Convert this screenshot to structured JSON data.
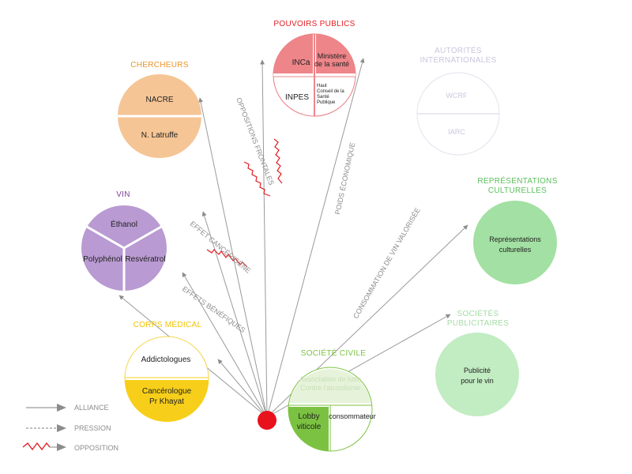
{
  "colors": {
    "pouvoirs": "#e31e24",
    "chercheurs": "#e8962c",
    "vin": "#7b3f98",
    "corps": "#f2c400",
    "societe_civile": "#7cc242",
    "repr": "#5bbf5b",
    "pub": "#a6dba6",
    "autorites": "#c9c6dd"
  },
  "groups": {
    "pouvoirs_publics": {
      "title": "POUVOIRS PUBLICS",
      "inca": "INCa",
      "ministere": [
        "Ministère",
        "de la santé"
      ],
      "inpes": "INPES",
      "haut_conseil": [
        "Haut",
        "Conseil de la",
        "Santé",
        "Publique"
      ]
    },
    "chercheurs": {
      "title": "CHERCHEURS",
      "nacre": "NACRE",
      "latruffe": "N. Latruffe"
    },
    "autorites": {
      "title": [
        "AUTORITÉS",
        "INTERNATIONALES"
      ],
      "wcrf": "WCRF",
      "iarc": "IARC"
    },
    "vin": {
      "title": "VIN",
      "ethanol": "Éthanol",
      "polyphenol": "Polyphénol",
      "resveratrol": "Resvératrol"
    },
    "representations": {
      "title": [
        "REPRÉSENTATIONS",
        "CULTURELLES"
      ],
      "label": [
        "Représentations",
        "culturelles"
      ]
    },
    "corps_medical": {
      "title": "CORPS MÉDICAL",
      "addictologues": "Addictologues",
      "cancerologue": [
        "Cancérologue",
        "Pr Khayat"
      ]
    },
    "societes_pub": {
      "title": [
        "SOCIÉTÉS",
        "PUBLICITAIRES"
      ],
      "label": [
        "Publicité",
        "pour le vin"
      ]
    },
    "societe_civile": {
      "title": "SOCIÉTÉ CIVILE",
      "association": [
        "Association de lutte",
        "Contre l'alcoolisme"
      ],
      "lobby": [
        "Lobby",
        "viticole"
      ],
      "consommateur": "consommateur"
    }
  },
  "edge_labels": {
    "oppositions": "OPPOSITIONS FRONTALES",
    "poids": "POIDS ÉCONOMIQUE",
    "effet_cancer": "EFFET CANCÉRIGÈNE",
    "effets_benef": "EFFETS BÉNÉFIQUES",
    "consommation": "CONSOMMATION DE VIN VALORISÉE"
  },
  "legend": {
    "alliance": "ALLIANCE",
    "pression": "PRESSION",
    "opposition": "OPPOSITION"
  }
}
